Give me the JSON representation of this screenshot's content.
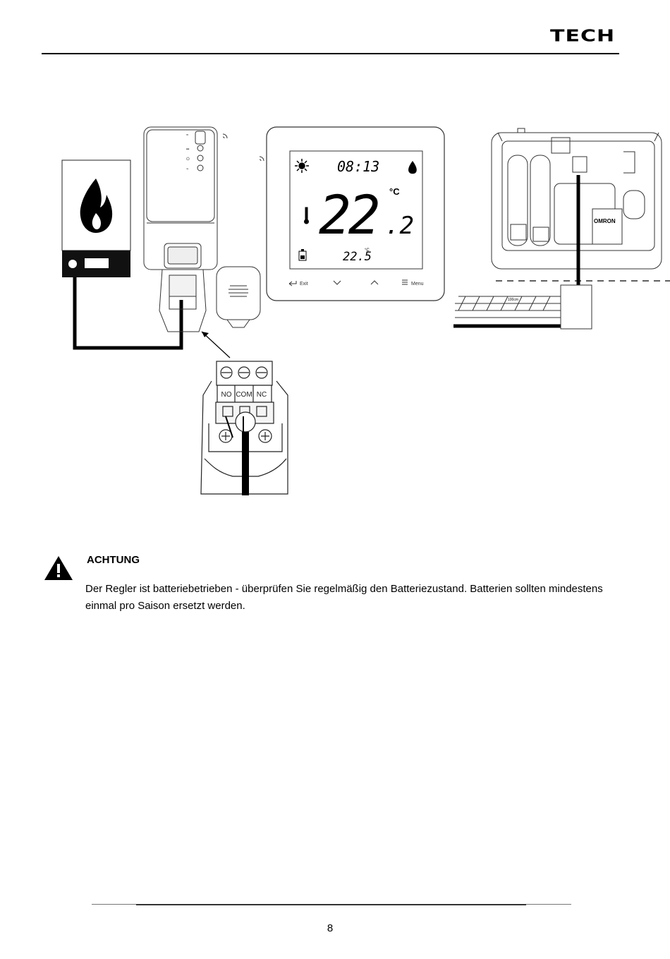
{
  "header": {
    "logo_text": "TECH"
  },
  "figure": {
    "terminals": {
      "no": "NO",
      "com": "COM",
      "nc": "NC"
    },
    "thermostat": {
      "time": "08:13",
      "temp_main": "22",
      "temp_decimal": ".2",
      "temp_unit": "°C",
      "temp_set": "22.5",
      "temp_set_unit": "°C",
      "buttons": {
        "exit": "Exit",
        "menu": "Menu"
      }
    },
    "mounting": {
      "brand_label": "OMRON",
      "distance_label": "100cm"
    }
  },
  "notice": {
    "title": "ACHTUNG",
    "text": "Der Regler ist batteriebetrieben - überprüfen Sie regelmäßig den Batteriezustand. Batterien sollten mindestens einmal pro Saison ersetzt werden."
  },
  "footer": {
    "page_number": "8"
  }
}
